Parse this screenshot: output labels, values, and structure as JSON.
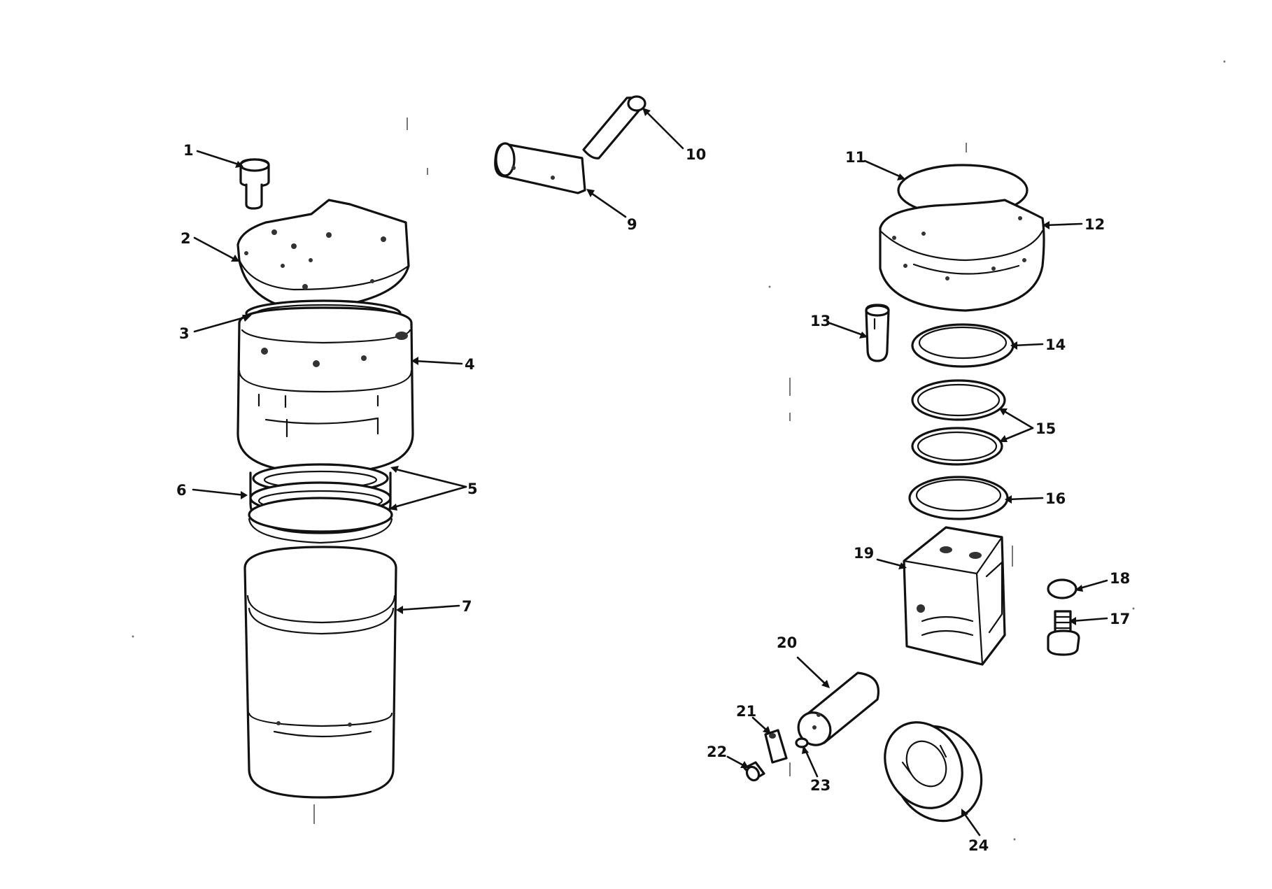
{
  "diagram": {
    "labels": {
      "l1": "1",
      "l2": "2",
      "l3": "3",
      "l4": "4",
      "l5": "5",
      "l6": "6",
      "l7": "7",
      "l9": "9",
      "l10": "10",
      "l11": "11",
      "l12": "12",
      "l13": "13",
      "l14": "14",
      "l15": "15",
      "l16": "16",
      "l17": "17",
      "l18": "18",
      "l19": "19",
      "l20": "20",
      "l21": "21",
      "l22": "22",
      "l23": "23",
      "l24": "24"
    }
  }
}
